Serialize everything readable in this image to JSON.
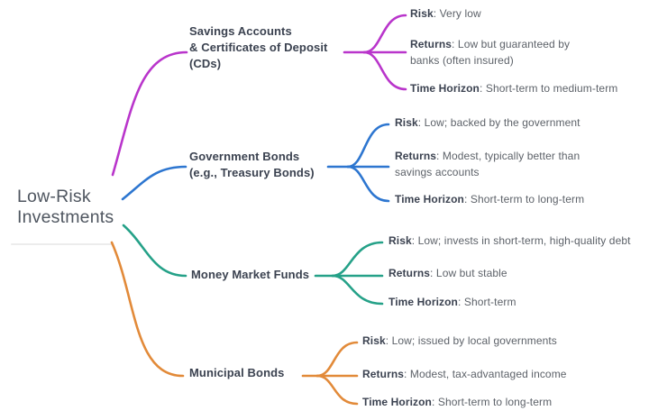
{
  "diagram": {
    "type": "mindmap",
    "title": "Low-Risk Investments"
  },
  "root": {
    "line1": "Low-Risk",
    "line2": "Investments"
  },
  "branches": [
    {
      "id": "savings-cds",
      "color": "#b935cb",
      "label_lines": [
        "Savings Accounts",
        "& Certificates of Deposit",
        "(CDs)"
      ],
      "leaves": [
        {
          "key": "Risk",
          "text": ": Very low"
        },
        {
          "key": "Returns",
          "text": ": Low but guaranteed by banks (often insured)"
        },
        {
          "key": "Time Horizon",
          "text": ": Short-term to medium-term"
        }
      ]
    },
    {
      "id": "government-bonds",
      "color": "#2d76d0",
      "label_lines": [
        "Government Bonds",
        "(e.g., Treasury Bonds)"
      ],
      "leaves": [
        {
          "key": "Risk",
          "text": ": Low; backed by the government"
        },
        {
          "key": "Returns",
          "text": ": Modest, typically better than savings accounts"
        },
        {
          "key": "Time Horizon",
          "text": ": Short-term to long-term"
        }
      ]
    },
    {
      "id": "money-market-funds",
      "color": "#25a188",
      "label_lines": [
        "Money Market Funds"
      ],
      "leaves": [
        {
          "key": "Risk",
          "text": ": Low; invests in short-term, high-quality debt"
        },
        {
          "key": "Returns",
          "text": ": Low but stable"
        },
        {
          "key": "Time Horizon",
          "text": ": Short-term"
        }
      ]
    },
    {
      "id": "municipal-bonds",
      "color": "#e28a39",
      "label_lines": [
        "Municipal Bonds"
      ],
      "leaves": [
        {
          "key": "Risk",
          "text": ": Low; issued by local governments"
        },
        {
          "key": "Returns",
          "text": ": Modest, tax-advantaged income"
        },
        {
          "key": "Time Horizon",
          "text": ": Short-term to long-term"
        }
      ]
    }
  ]
}
